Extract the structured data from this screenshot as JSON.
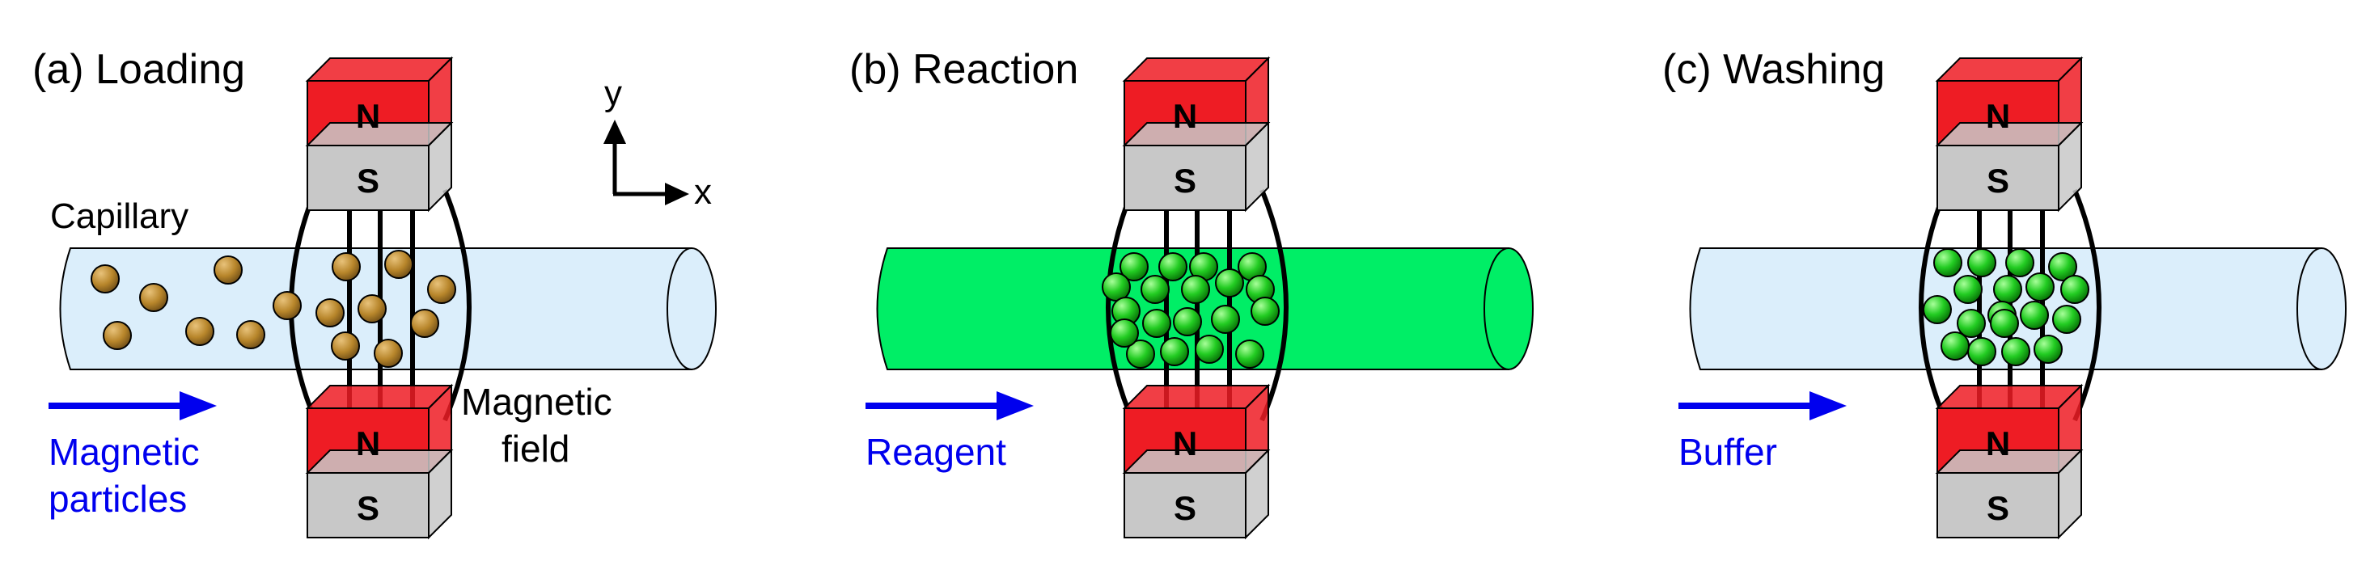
{
  "panels": [
    {
      "title": "(a) Loading",
      "flow_label_lines": [
        "Magnetic",
        "particles"
      ],
      "particle_color": "brown",
      "tube_color": "light-blue",
      "extra_labels": {
        "capillary": "Capillary",
        "field_lines": [
          "Magnetic",
          "field"
        ]
      }
    },
    {
      "title": "(b) Reaction",
      "flow_label_lines": [
        "Reagent"
      ],
      "particle_color": "green",
      "tube_color": "green"
    },
    {
      "title": "(c) Washing",
      "flow_label_lines": [
        "Buffer"
      ],
      "particle_color": "green",
      "tube_color": "light-blue"
    }
  ],
  "axes": {
    "x": "x",
    "y": "y"
  },
  "magnet": {
    "north": "N",
    "south": "S"
  },
  "colors": {
    "red": "#ee1c24",
    "gray": "#c8c8c8",
    "flow_blue": "#0000ee",
    "light_blue": "#dbeefb",
    "green": "#00ee66",
    "brown": "#b8862b",
    "bead_green": "#1fc41f"
  }
}
